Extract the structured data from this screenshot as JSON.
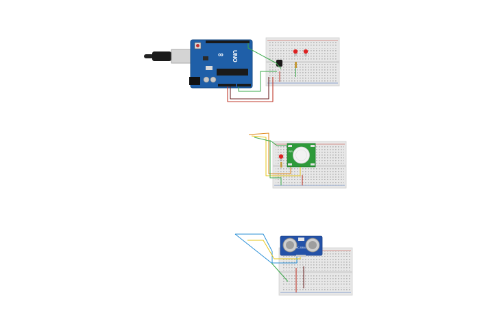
{
  "circuit": {
    "arduino": {
      "board_label": "UNO",
      "brand_mark": "∞"
    },
    "pir_sensor": {
      "label": "PIR"
    },
    "ultrasonic_sensor": {
      "label": "HC-SR04"
    },
    "colors": {
      "arduino_blue": "#1f5fa8",
      "breadboard": "#e7e7e7",
      "rail_red": "#c0392b",
      "rail_blue": "#2b5fb5",
      "wire_green": "#3aa84a",
      "wire_red": "#c0392b",
      "wire_dark": "#6b2222",
      "wire_orange": "#e08a1e",
      "wire_yellow": "#e6c619",
      "wire_blue": "#2a8fd6",
      "sensor_green": "#2e9a3a",
      "sensor_blue": "#2452a8",
      "led_red": "#d22"
    }
  }
}
